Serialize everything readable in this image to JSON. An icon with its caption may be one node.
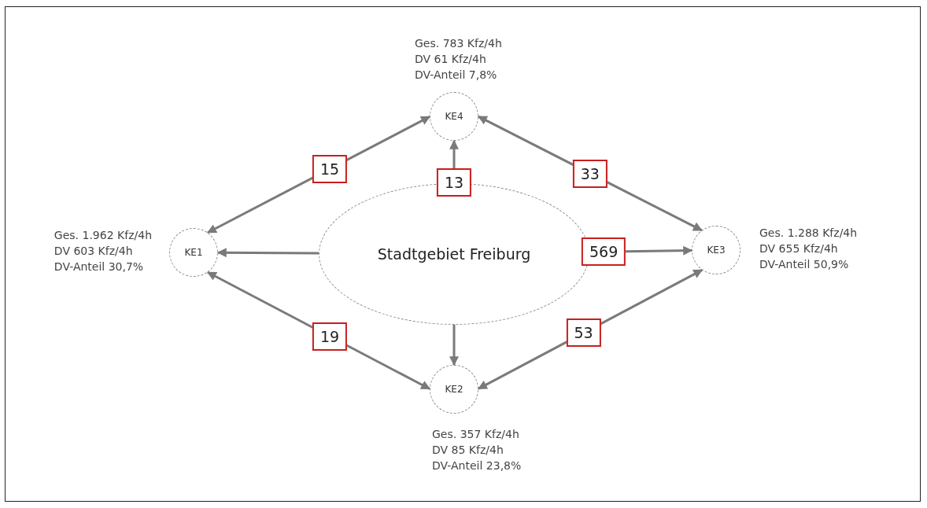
{
  "diagram": {
    "nodes": [
      {
        "text": [
          "KE4"
        ],
        "beside": [
          "Ges. 783 Kfz/4h",
          "DV 61 Kfz/4h",
          "DV-Anteil 7,8%"
        ]
      },
      {
        "text": [
          "KE1"
        ],
        "beside": [
          "Ges. 1.962 Kfz/4h",
          "DV 603 Kfz/4h",
          "DV-Anteil 30,7%"
        ]
      },
      {
        "text": [
          "Stadtgebiet Freiburg"
        ]
      },
      {
        "text": [
          "KE3"
        ],
        "beside": [
          "Ges. 1.288 Kfz/4h",
          "DV 655 Kfz/4h",
          "DV-Anteil 50,9%"
        ]
      },
      {
        "text": [
          "KE2"
        ],
        "beside": [
          "Ges. 357 Kfz/4h",
          "DV 85 Kfz/4h",
          "DV-Anteil 23,8%"
        ]
      }
    ],
    "edges": [
      {
        "from": 1,
        "to": 0,
        "arrow": "both",
        "label": "15"
      },
      {
        "from": 0,
        "to": 3,
        "arrow": "both",
        "label": "33"
      },
      {
        "from": 2,
        "to": 0,
        "arrow": "to",
        "label": "13"
      },
      {
        "from": 2,
        "to": 1,
        "arrow": "to"
      },
      {
        "from": 2,
        "to": 3,
        "arrow": "to",
        "label": "569"
      },
      {
        "from": 1,
        "to": 4,
        "arrow": "both",
        "label": "19"
      },
      {
        "from": 2,
        "to": 4,
        "arrow": "to"
      },
      {
        "from": 4,
        "to": 3,
        "arrow": "both",
        "label": "53"
      }
    ]
  }
}
